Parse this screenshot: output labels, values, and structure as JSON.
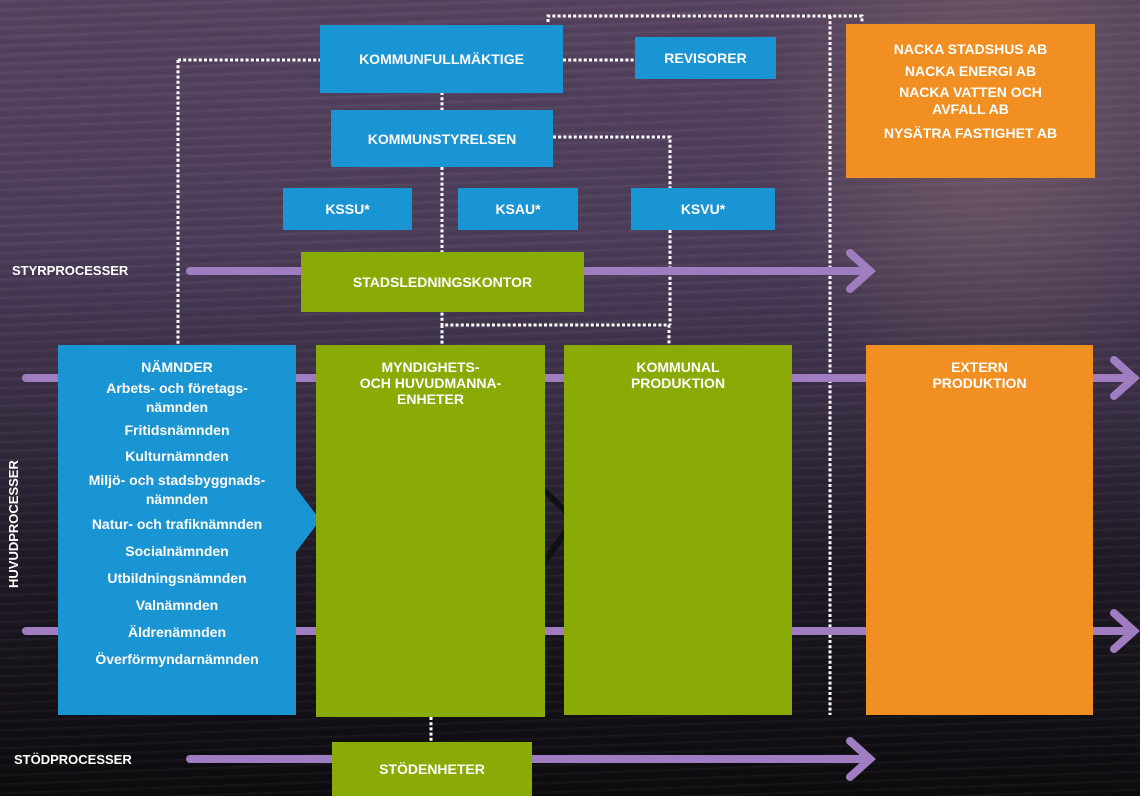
{
  "boxes": {
    "kommunfullmaktige": "KOMMUNFULLMÄKTIGE",
    "revisorer": "REVISORER",
    "kommunstyrelsen": "KOMMUNSTYRELSEN",
    "kssu": "KSSU*",
    "ksau": "KSAU*",
    "ksvu": "KSVU*",
    "stadsledningskontor": "STADSLEDNINGSKONTOR",
    "myndighets_line1": "MYNDIGHETS-",
    "myndighets_line2": "OCH HUVUDMANNA-",
    "myndighets_line3": "ENHETER",
    "kommunal_line1": "KOMMUNAL",
    "kommunal_line2": "PRODUKTION",
    "extern_line1": "EXTERN",
    "extern_line2": "PRODUKTION",
    "stodenheter": "STÖDENHETER"
  },
  "companies": {
    "c1": "NACKA STADSHUS AB",
    "c2": "NACKA ENERGI AB",
    "c3_line1": "NACKA VATTEN OCH",
    "c3_line2": "AVFALL AB",
    "c4": "NYSÄTRA FASTIGHET AB"
  },
  "namnder": {
    "title": "NÄMNDER",
    "items": [
      [
        "Arbets- och företags-",
        "nämnden"
      ],
      [
        "Fritidsnämnden"
      ],
      [
        "Kulturnämnden"
      ],
      [
        "Miljö- och stadsbyggnads-",
        "nämnden"
      ],
      [
        "Natur- och trafiknämnden"
      ],
      [
        "Socialnämnden"
      ],
      [
        "Utbildningsnämnden"
      ],
      [
        "Valnämnden"
      ],
      [
        "Äldrenämnden"
      ],
      [
        "Överförmyndarnämnden"
      ]
    ]
  },
  "processes": {
    "styr": "STYRPROCESSER",
    "huvud": "HUVUDPROCESSER",
    "stod": "STÖDPROCESSER"
  },
  "colors": {
    "blue": "#1a95d4",
    "green": "#8aab05",
    "orange": "#f28f23",
    "arrow": "#a07cc0"
  }
}
